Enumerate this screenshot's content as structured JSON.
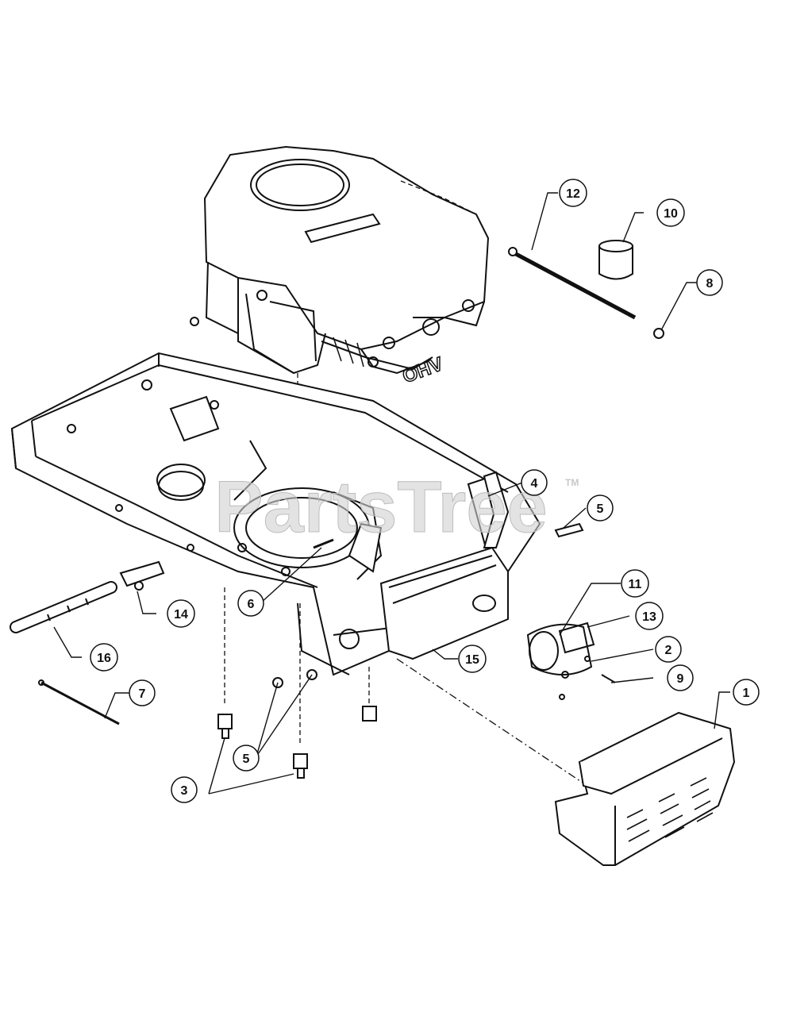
{
  "watermark": {
    "brand": "PartsTree",
    "trademark": "TM",
    "engine_badge": "OHV"
  },
  "callouts": [
    {
      "id": "c1",
      "label": "1"
    },
    {
      "id": "c2",
      "label": "2"
    },
    {
      "id": "c3",
      "label": "3"
    },
    {
      "id": "c4",
      "label": "4"
    },
    {
      "id": "c5a",
      "label": "5"
    },
    {
      "id": "c5b",
      "label": "5"
    },
    {
      "id": "c6",
      "label": "6"
    },
    {
      "id": "c7",
      "label": "7"
    },
    {
      "id": "c8",
      "label": "8"
    },
    {
      "id": "c9",
      "label": "9"
    },
    {
      "id": "c10",
      "label": "10"
    },
    {
      "id": "c11",
      "label": "11"
    },
    {
      "id": "c12",
      "label": "12"
    },
    {
      "id": "c13",
      "label": "13"
    },
    {
      "id": "c14",
      "label": "14"
    },
    {
      "id": "c15",
      "label": "15"
    },
    {
      "id": "c16",
      "label": "16"
    }
  ]
}
